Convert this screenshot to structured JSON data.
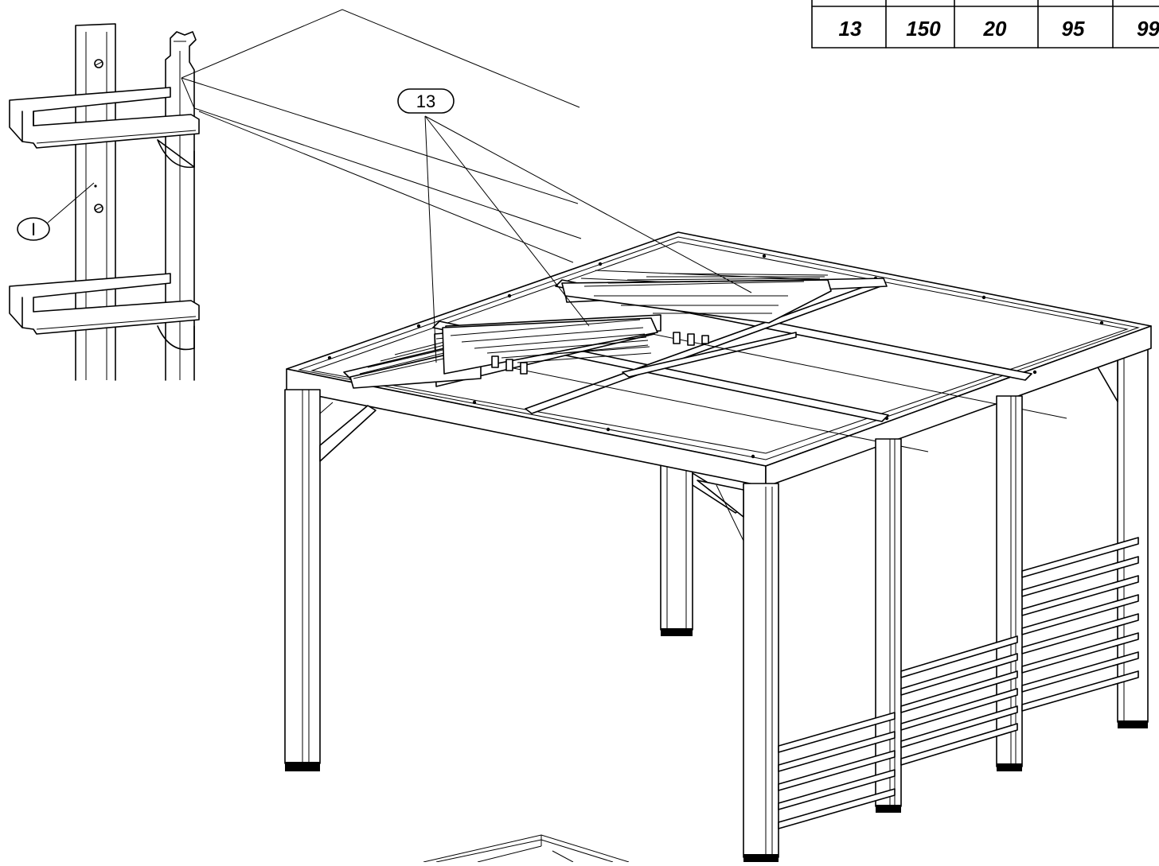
{
  "parts_table": {
    "cells": [
      "13",
      "150",
      "20",
      "95",
      "99"
    ]
  },
  "callouts": {
    "detail_label": "I",
    "part_label": "13"
  },
  "colors": {
    "line": "#000000",
    "background": "#ffffff"
  }
}
